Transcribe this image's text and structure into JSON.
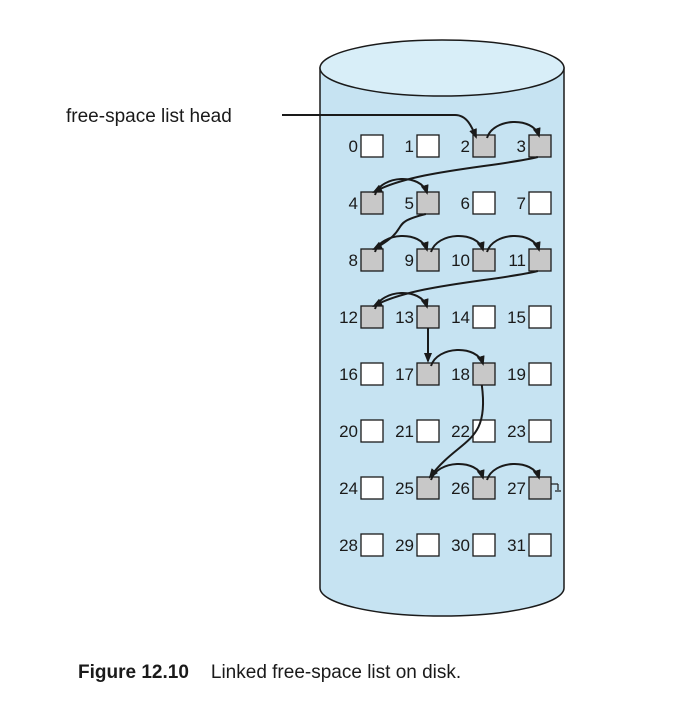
{
  "head_label": "free-space list head",
  "caption": {
    "label": "Figure 12.10",
    "text": "Linked free-space list on disk."
  },
  "blocks": [
    {
      "n": "0",
      "free": false
    },
    {
      "n": "1",
      "free": false
    },
    {
      "n": "2",
      "free": true
    },
    {
      "n": "3",
      "free": true
    },
    {
      "n": "4",
      "free": true
    },
    {
      "n": "5",
      "free": true
    },
    {
      "n": "6",
      "free": false
    },
    {
      "n": "7",
      "free": false
    },
    {
      "n": "8",
      "free": true
    },
    {
      "n": "9",
      "free": true
    },
    {
      "n": "10",
      "free": true
    },
    {
      "n": "11",
      "free": true
    },
    {
      "n": "12",
      "free": true
    },
    {
      "n": "13",
      "free": true
    },
    {
      "n": "14",
      "free": false
    },
    {
      "n": "15",
      "free": false
    },
    {
      "n": "16",
      "free": false
    },
    {
      "n": "17",
      "free": true
    },
    {
      "n": "18",
      "free": true
    },
    {
      "n": "19",
      "free": false
    },
    {
      "n": "20",
      "free": false
    },
    {
      "n": "21",
      "free": false
    },
    {
      "n": "22",
      "free": false
    },
    {
      "n": "23",
      "free": false
    },
    {
      "n": "24",
      "free": false
    },
    {
      "n": "25",
      "free": true
    },
    {
      "n": "26",
      "free": true
    },
    {
      "n": "27",
      "free": true
    },
    {
      "n": "28",
      "free": false
    },
    {
      "n": "29",
      "free": false
    },
    {
      "n": "30",
      "free": false
    },
    {
      "n": "31",
      "free": false
    }
  ],
  "links": [
    [
      2,
      3
    ],
    [
      3,
      4
    ],
    [
      4,
      5
    ],
    [
      5,
      8
    ],
    [
      8,
      9
    ],
    [
      9,
      10
    ],
    [
      10,
      11
    ],
    [
      11,
      12
    ],
    [
      12,
      13
    ],
    [
      13,
      17
    ],
    [
      17,
      18
    ],
    [
      18,
      25
    ],
    [
      25,
      26
    ],
    [
      26,
      27
    ]
  ],
  "head_block": 2,
  "tail_block": 27,
  "colors": {
    "disk_fill": "#c6e3f2",
    "disk_top": "#d8eef8",
    "free_block": "#c8c8c8",
    "used_block": "#ffffff",
    "ink": "#1a1a1a"
  }
}
